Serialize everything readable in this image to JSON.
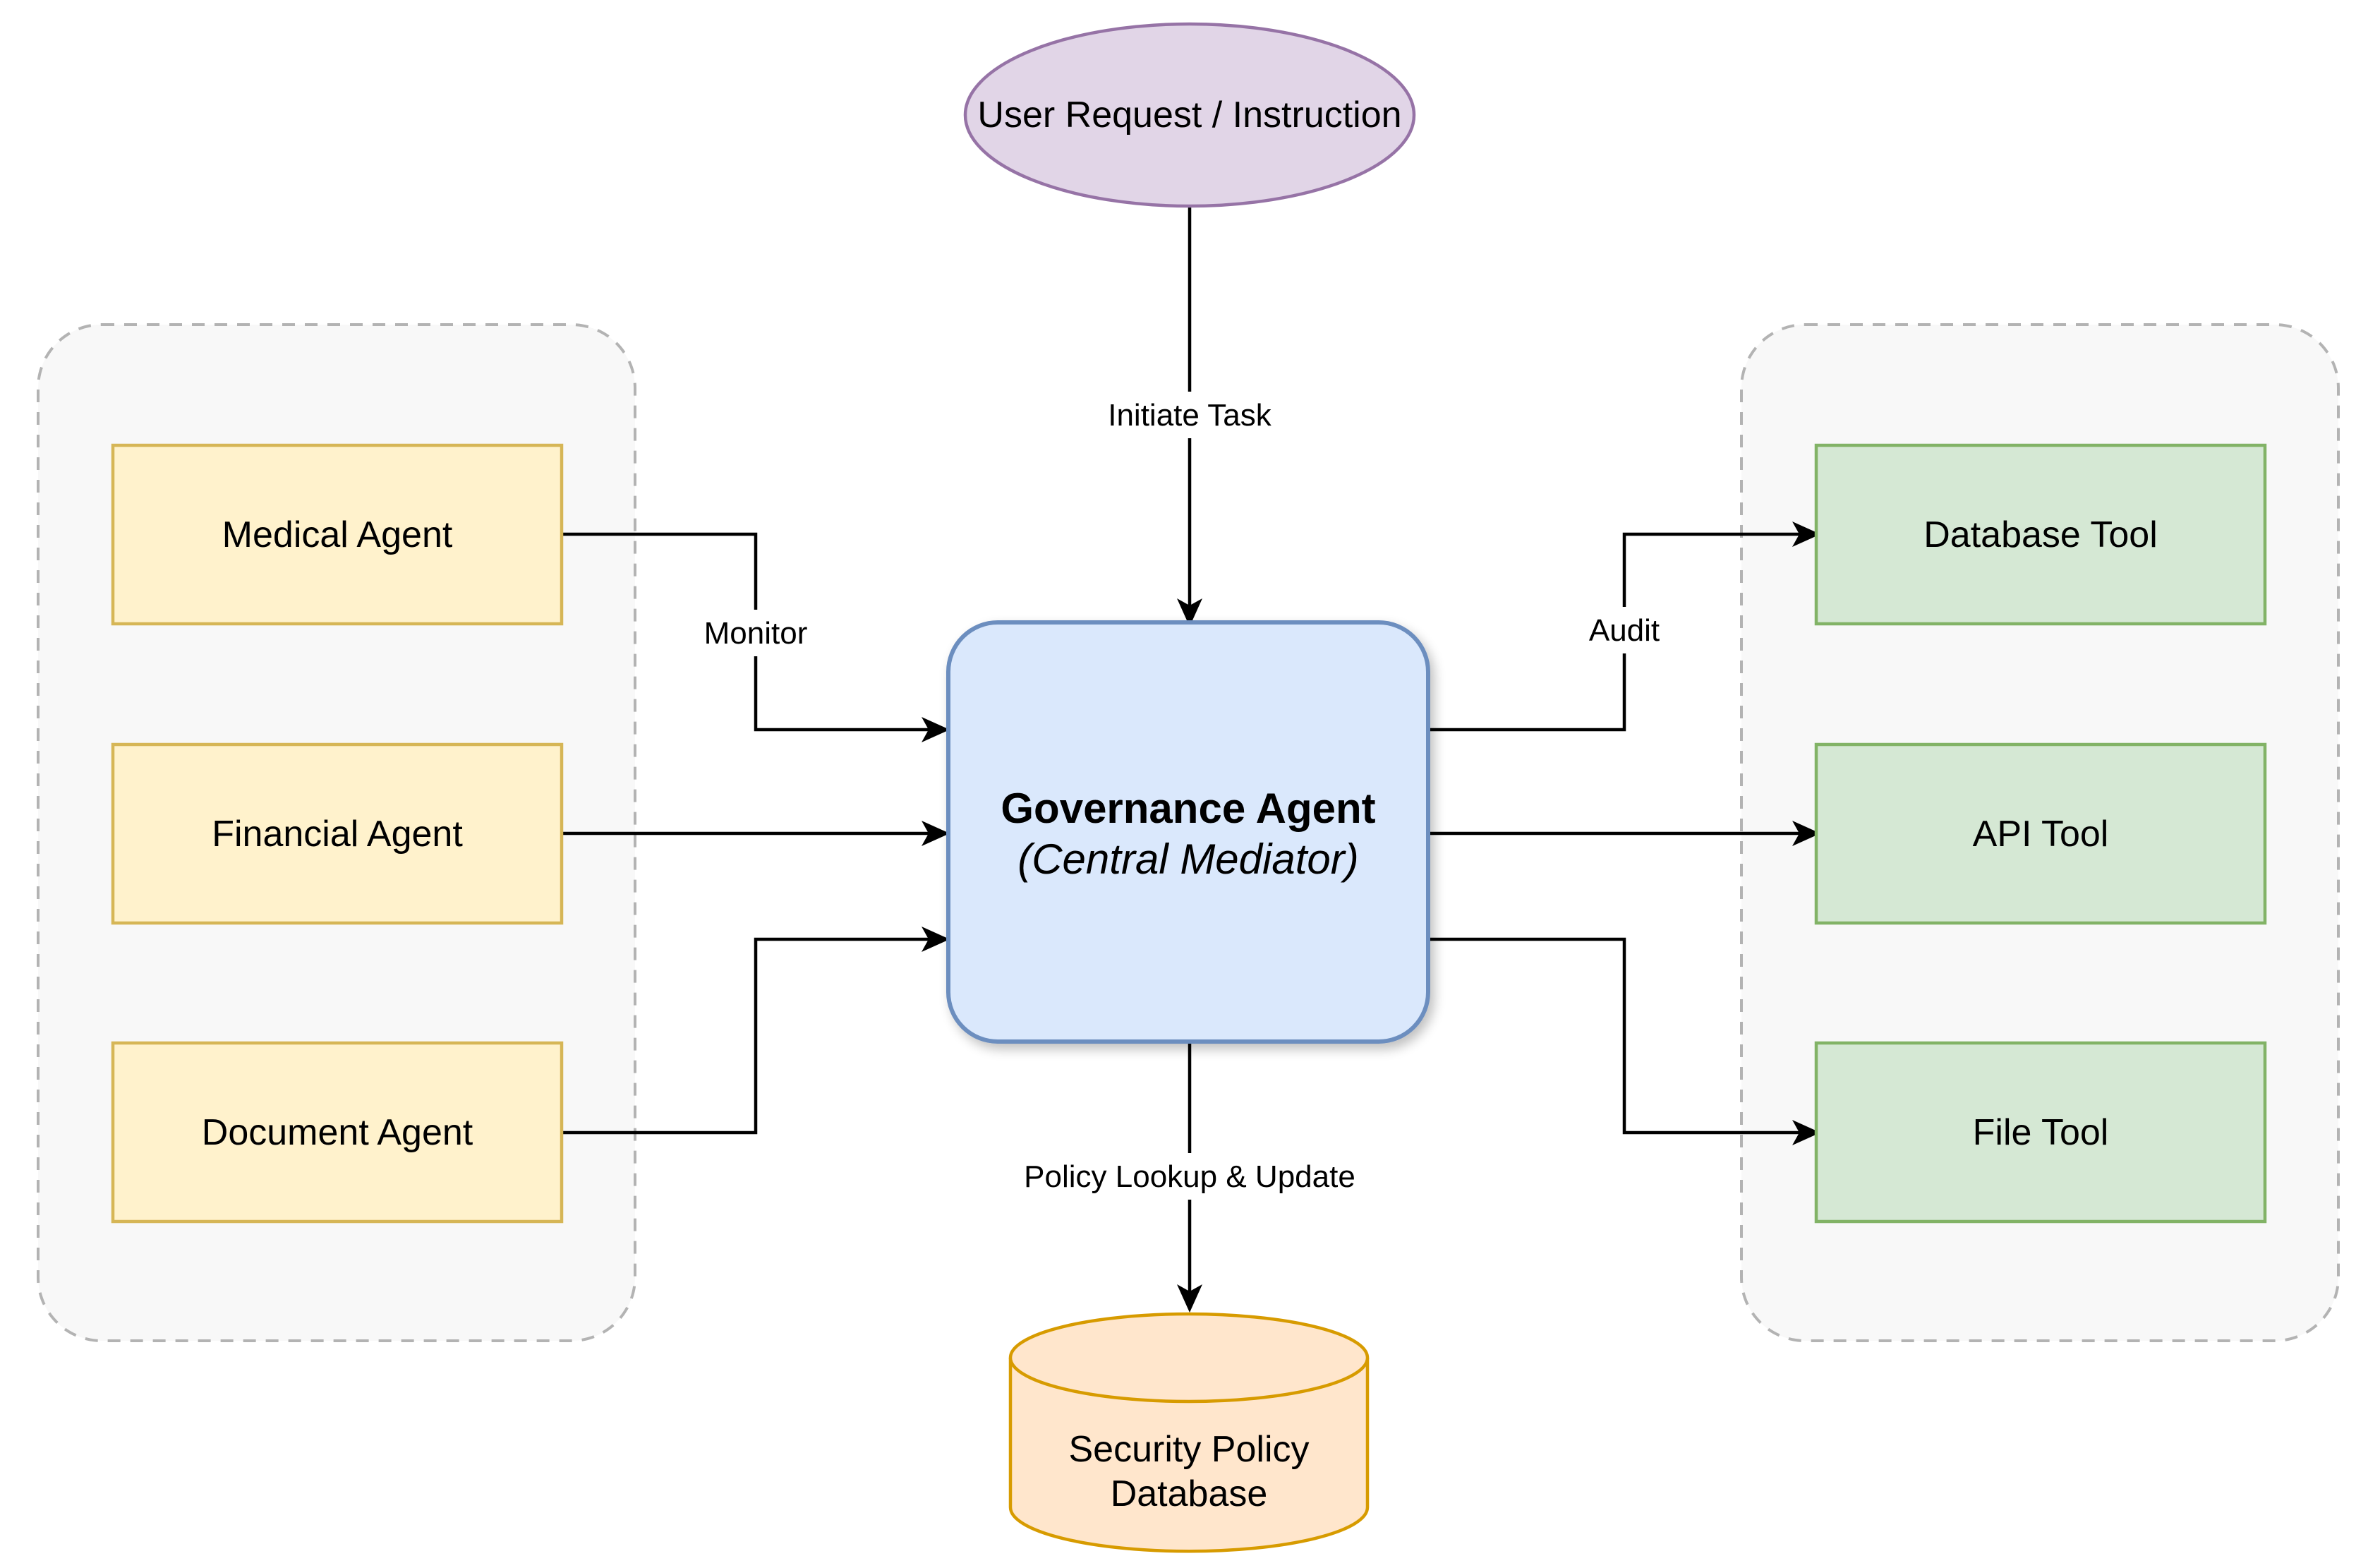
{
  "nodes": {
    "user_request": {
      "label": "User Request / Instruction"
    },
    "governance": {
      "title": "Governance Agent",
      "subtitle": "(Central Mediator)"
    },
    "security_db": {
      "line1": "Security Policy",
      "line2": "Database"
    },
    "agents": [
      {
        "label": "Medical Agent"
      },
      {
        "label": "Financial Agent"
      },
      {
        "label": "Document Agent"
      }
    ],
    "tools": [
      {
        "label": "Database Tool"
      },
      {
        "label": "API Tool"
      },
      {
        "label": "File Tool"
      }
    ]
  },
  "edges": {
    "initiate": "Initiate Task",
    "monitor": "Monitor",
    "audit": "Audit",
    "policy": "Policy Lookup & Update"
  },
  "colors": {
    "ellipse_fill": "#e1d5e7",
    "ellipse_stroke": "#9673a6",
    "agent_fill": "#fff2cc",
    "agent_stroke": "#d6b656",
    "tool_fill": "#d5e8d4",
    "tool_stroke": "#82b366",
    "governance_fill": "#dae8fc",
    "governance_stroke": "#6c8ebf",
    "db_fill": "#ffe6cc",
    "db_stroke": "#d79b00",
    "group_fill": "#f8f8f8",
    "group_stroke": "#b3b3b3"
  }
}
